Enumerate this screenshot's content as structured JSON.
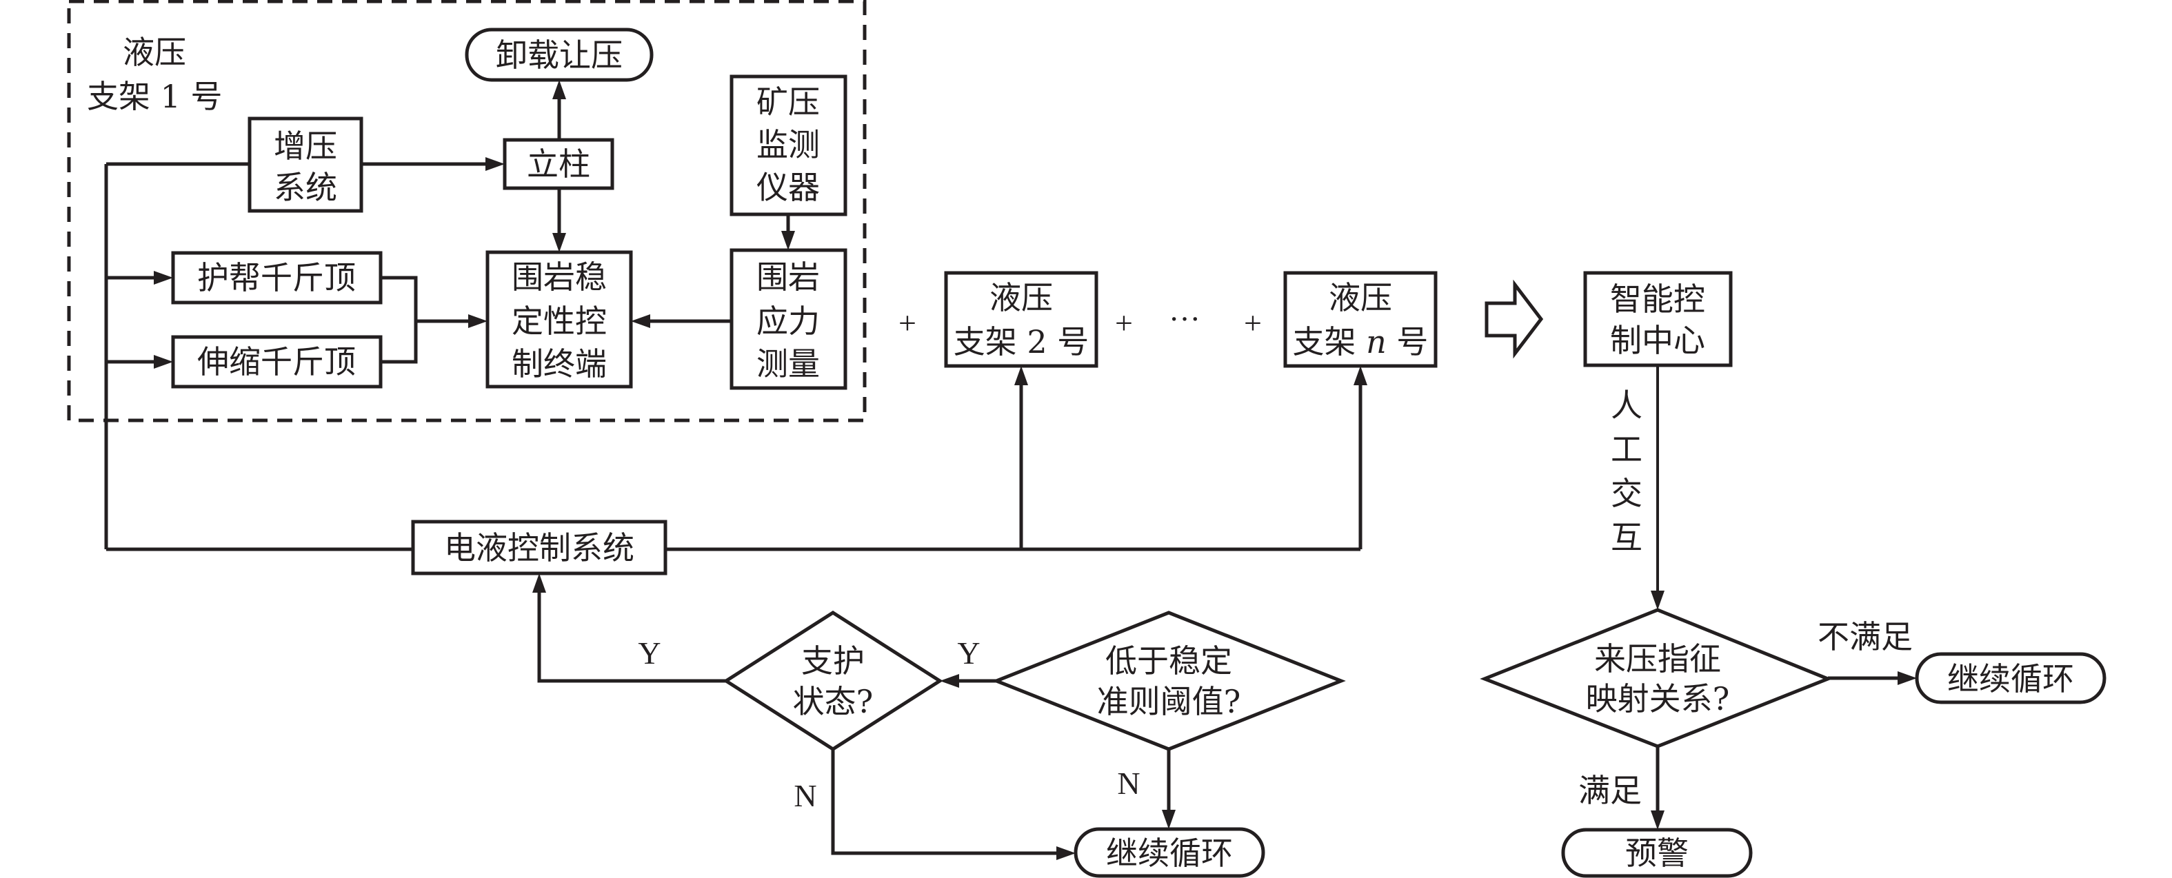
{
  "diagram": {
    "support1": {
      "title_line1": "液压",
      "title_line2": "支架 1 号"
    },
    "nodes": {
      "unload": "卸载让压",
      "booster_line1": "增压",
      "booster_line2": "系统",
      "column": "立柱",
      "mine_monitor_line1": "矿压",
      "mine_monitor_line2": "监测",
      "mine_monitor_line3": "仪器",
      "side_jack": "护帮千斤顶",
      "telescopic_jack": "伸缩千斤顶",
      "terminal_line1": "围岩稳",
      "terminal_line2": "定性控",
      "terminal_line3": "制终端",
      "stress_line1": "围岩",
      "stress_line2": "应力",
      "stress_line3": "测量",
      "support2_line1": "液压",
      "support2_line2": "支架 2 号",
      "supportn_line1": "液压",
      "supportn_line2a": "支架 ",
      "supportn_line2n": "n",
      "supportn_line2b": " 号",
      "ehc": "电液控制系统",
      "center_line1": "智能控",
      "center_line2": "制中心",
      "support_state_line1": "支护",
      "support_state_line2": "状态?",
      "threshold_line1": "低于稳定",
      "threshold_line2": "准则阈值?",
      "continue_left": "继续循环",
      "mapping_line1": "来压指征",
      "mapping_line2": "映射关系?",
      "continue_right": "继续循环",
      "warning": "预警"
    },
    "operators": {
      "plus": "+",
      "ellipsis": "···"
    },
    "edge_labels": {
      "y1": "Y",
      "y2": "Y",
      "n1": "N",
      "n2": "N",
      "human_1": "人",
      "human_2": "工",
      "human_3": "交",
      "human_4": "互",
      "satisfied": "满足",
      "not_satisfied": "不满足"
    }
  }
}
